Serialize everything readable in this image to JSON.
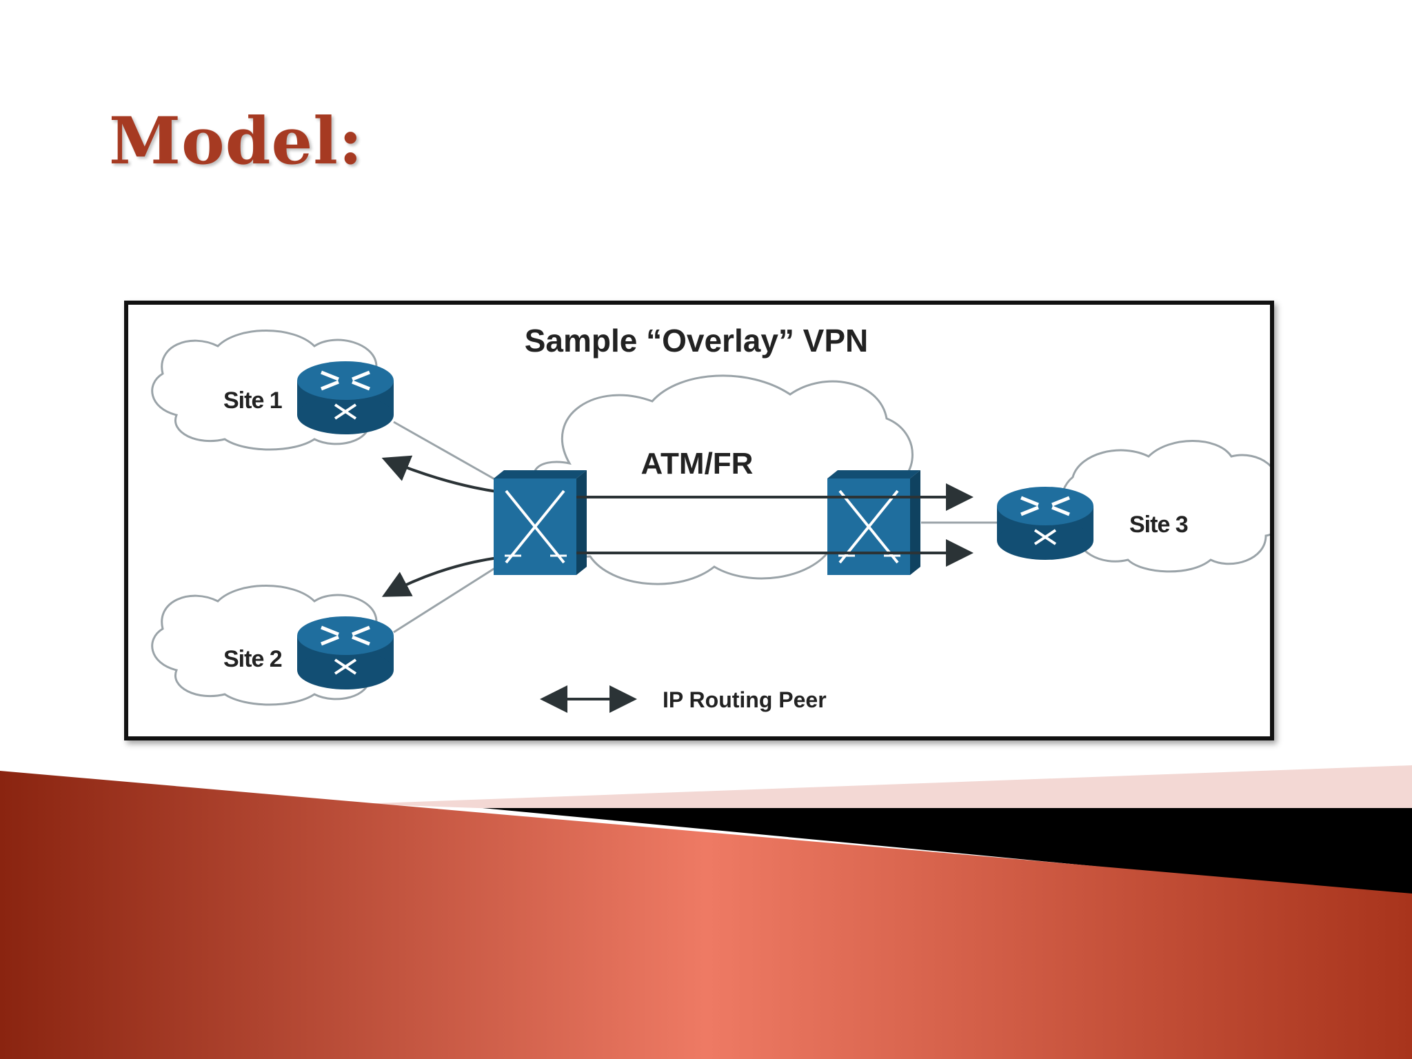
{
  "slide": {
    "title": "Model:",
    "title_color": "#A63A22"
  },
  "diagram": {
    "title": "Sample “Overlay” VPN",
    "cloud_label": "ATM/FR",
    "sites": [
      {
        "label": "Site 1"
      },
      {
        "label": "Site 2"
      },
      {
        "label": "Site 3"
      }
    ],
    "legend": {
      "label": "IP Routing Peer"
    },
    "colors": {
      "device": "#1F6E9E",
      "device_dark": "#124E73",
      "cloud_stroke": "#9AA3A8",
      "arrow": "#2B3336"
    },
    "icons": [
      "router-icon",
      "atm-switch-icon",
      "cloud-icon"
    ]
  },
  "background": {
    "accent_dark": "#8A2410",
    "accent_light": "#EE7A64",
    "band": "#000000",
    "band_light": "#F3D8D4"
  }
}
